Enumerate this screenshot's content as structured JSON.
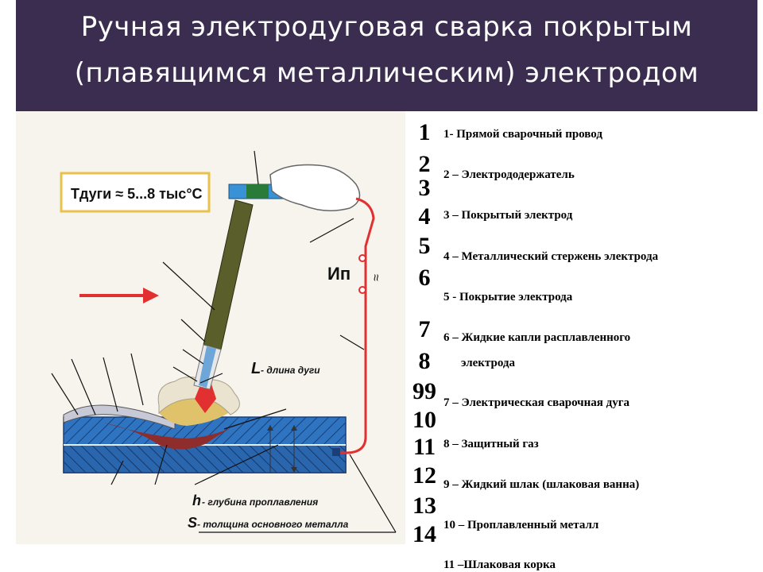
{
  "header": {
    "title_line1": "Ручная электродуговая сварка покрытым",
    "title_line2": "(плавящимся металлическим) электродом"
  },
  "diagram": {
    "temp_label": "Тдуги ≈ 5...8 тыс°С",
    "source_label": "Ип",
    "source_symbol": "≈",
    "arc_length_letter": "L",
    "arc_length_text": " - длина дуги",
    "penetration_letter": "h",
    "penetration_text": " - глубина проплавления",
    "thickness_letter": "S",
    "thickness_text": " - толщина основного металла"
  },
  "numbers": [
    "1",
    "2",
    "3",
    "4",
    "5",
    "6",
    "7",
    "8",
    "99",
    "10",
    "11",
    "12",
    "13",
    "14"
  ],
  "legend": [
    "1- Прямой сварочный провод",
    "2 – Электрододержатель",
    "3 – Покрытый электрод",
    "4 – Металлический стержень электрода",
    "5 - Покрытие электрода",
    "6 – Жидкие капли расплавленного",
    "электрода",
    "7 – Электрическая сварочная дуга",
    "8 – Защитный газ",
    "9 – Жидкий шлак (шлаковая ванна)",
    "10 – Проплавленный металл",
    "11 –Шлаковая корка"
  ],
  "colors": {
    "header_bg": "#3b2d4f",
    "metal_blue": "#2f74c0",
    "wire_red": "#e23030",
    "electrode_olive": "#5a5e2a",
    "label_box_border": "#e8c24a"
  }
}
